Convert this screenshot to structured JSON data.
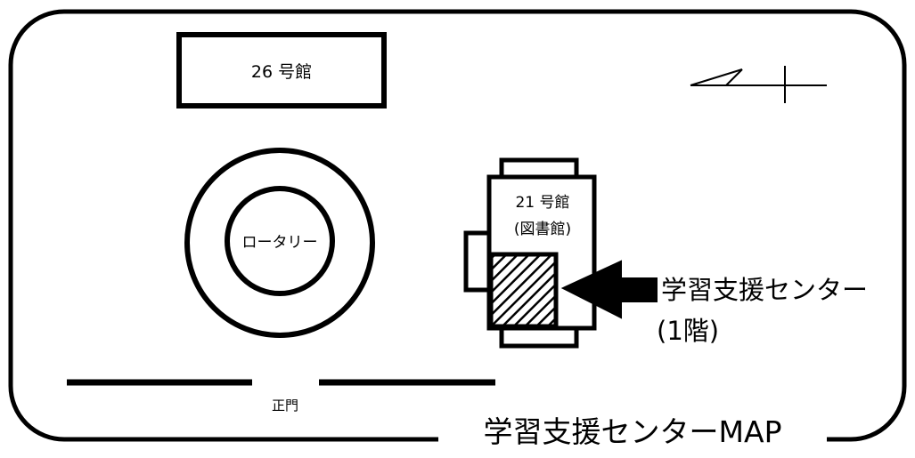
{
  "map": {
    "title": "学習支援センターMAP",
    "buildings": {
      "b26": {
        "label": "26 号館"
      },
      "b21": {
        "label": "21 号館",
        "sublabel": "(図書館)"
      }
    },
    "rotary": {
      "label": "ロータリー"
    },
    "gate": {
      "label": "正門"
    },
    "target": {
      "label": "学習支援センター",
      "floor": "(1階)"
    },
    "north_symbol": {
      "icon": "north-arrow-icon"
    },
    "colors": {
      "line": "#000000",
      "background": "#ffffff"
    }
  }
}
